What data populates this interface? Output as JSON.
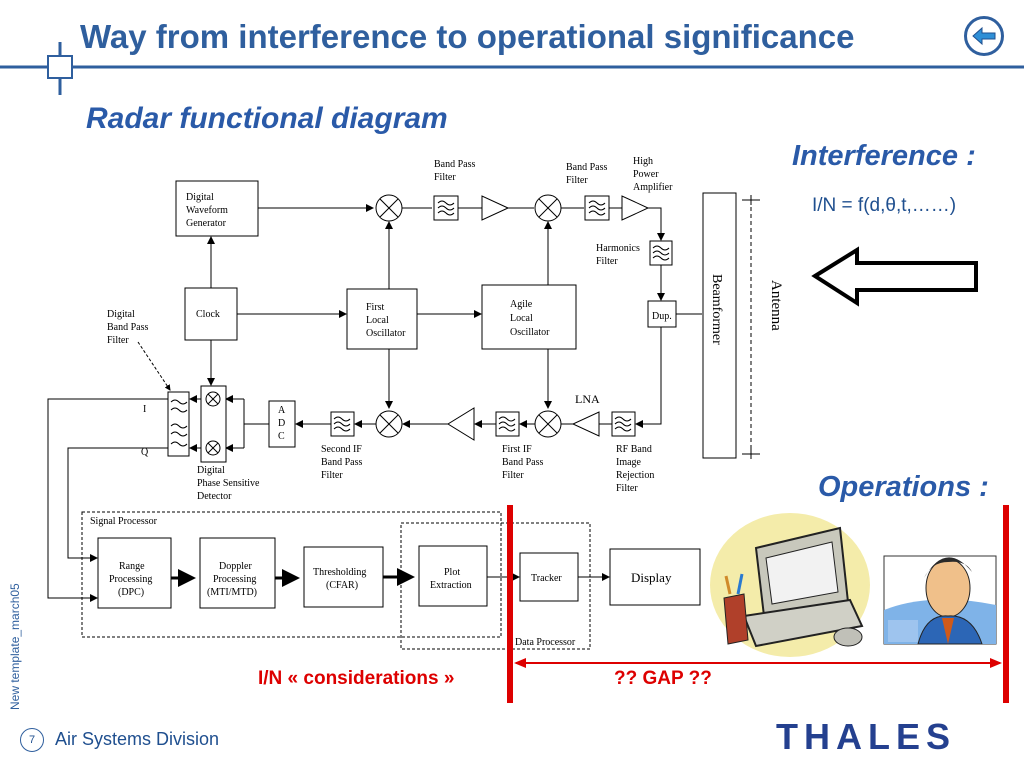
{
  "slide": {
    "title": "Way from interference to operational significance",
    "subtitle": "Radar functional diagram",
    "interference_heading": "Interference :",
    "formula": "I/N = f(d,θ,t,……)",
    "operations_heading": "Operations :",
    "considerations_label": "I/N « considerations »",
    "gap_label": "?? GAP ??",
    "page_number": "7",
    "division": "Air Systems Division",
    "template_name": "New template_march05",
    "logo_text": "THALES"
  },
  "diagram": {
    "dwg": [
      "Digital",
      "Waveform",
      "Generator"
    ],
    "clock": "Clock",
    "flo": [
      "First",
      "Local",
      "Oscillator"
    ],
    "alo": [
      "Agile",
      "Local",
      "Oscillator"
    ],
    "bpf1": [
      "Band Pass",
      "Filter"
    ],
    "bpf2": [
      "Band Pass",
      "Filter"
    ],
    "hpa": [
      "High",
      "Power",
      "Amplifier"
    ],
    "harm": [
      "Harmonics",
      "Filter"
    ],
    "dup": "Dup.",
    "beamformer": "Beamformer",
    "antenna": "Antenna",
    "lna": "LNA",
    "rfband": [
      "RF Band",
      "Image",
      "Rejection",
      "Filter"
    ],
    "firstif": [
      "First IF",
      "Band Pass",
      "Filter"
    ],
    "secondif": [
      "Second IF",
      "Band Pass",
      "Filter"
    ],
    "adc": [
      "A",
      "D",
      "C"
    ],
    "dbpf": [
      "Digital",
      "Band Pass",
      "Filter"
    ],
    "dpsd": [
      "Digital",
      "Phase Sensitive",
      "Detector"
    ],
    "i_label": "I",
    "q_label": "Q",
    "sp": "Signal Processor",
    "dp": "Data Processor",
    "range": [
      "Range",
      "Processing",
      "(DPC)"
    ],
    "doppler": [
      "Doppler",
      "Processing",
      "(MTI/MTD)"
    ],
    "thresh": [
      "Thresholding",
      "(CFAR)"
    ],
    "plot": [
      "Plot",
      "Extraction"
    ],
    "tracker": "Tracker",
    "display": "Display"
  }
}
